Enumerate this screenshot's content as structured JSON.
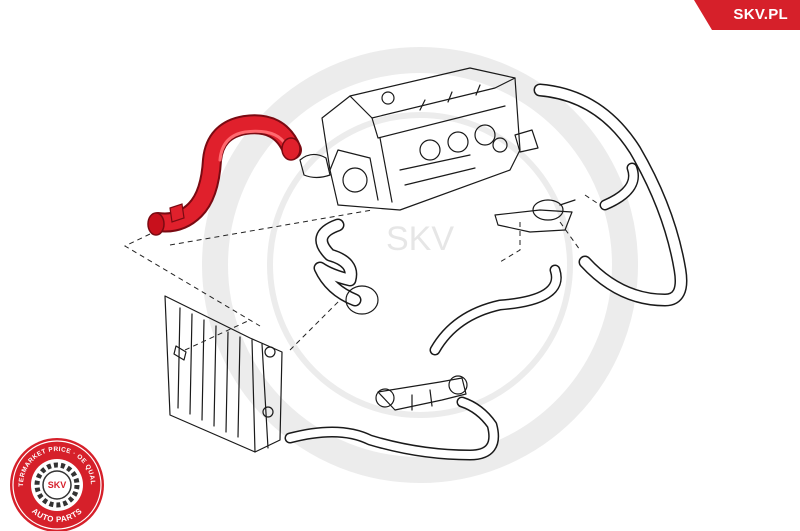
{
  "brand": {
    "name": "SKV.PL",
    "color": "#d6202a"
  },
  "watermark": {
    "text": "SKV"
  },
  "badge": {
    "ring_text": "AFTERMARKET PRICE · OE QUALITY",
    "center_text": "SKV",
    "bottom_text": "AUTO PARTS",
    "color": "#d6202a"
  },
  "highlight": {
    "part": "coolant hose",
    "color": "#e0202c"
  }
}
